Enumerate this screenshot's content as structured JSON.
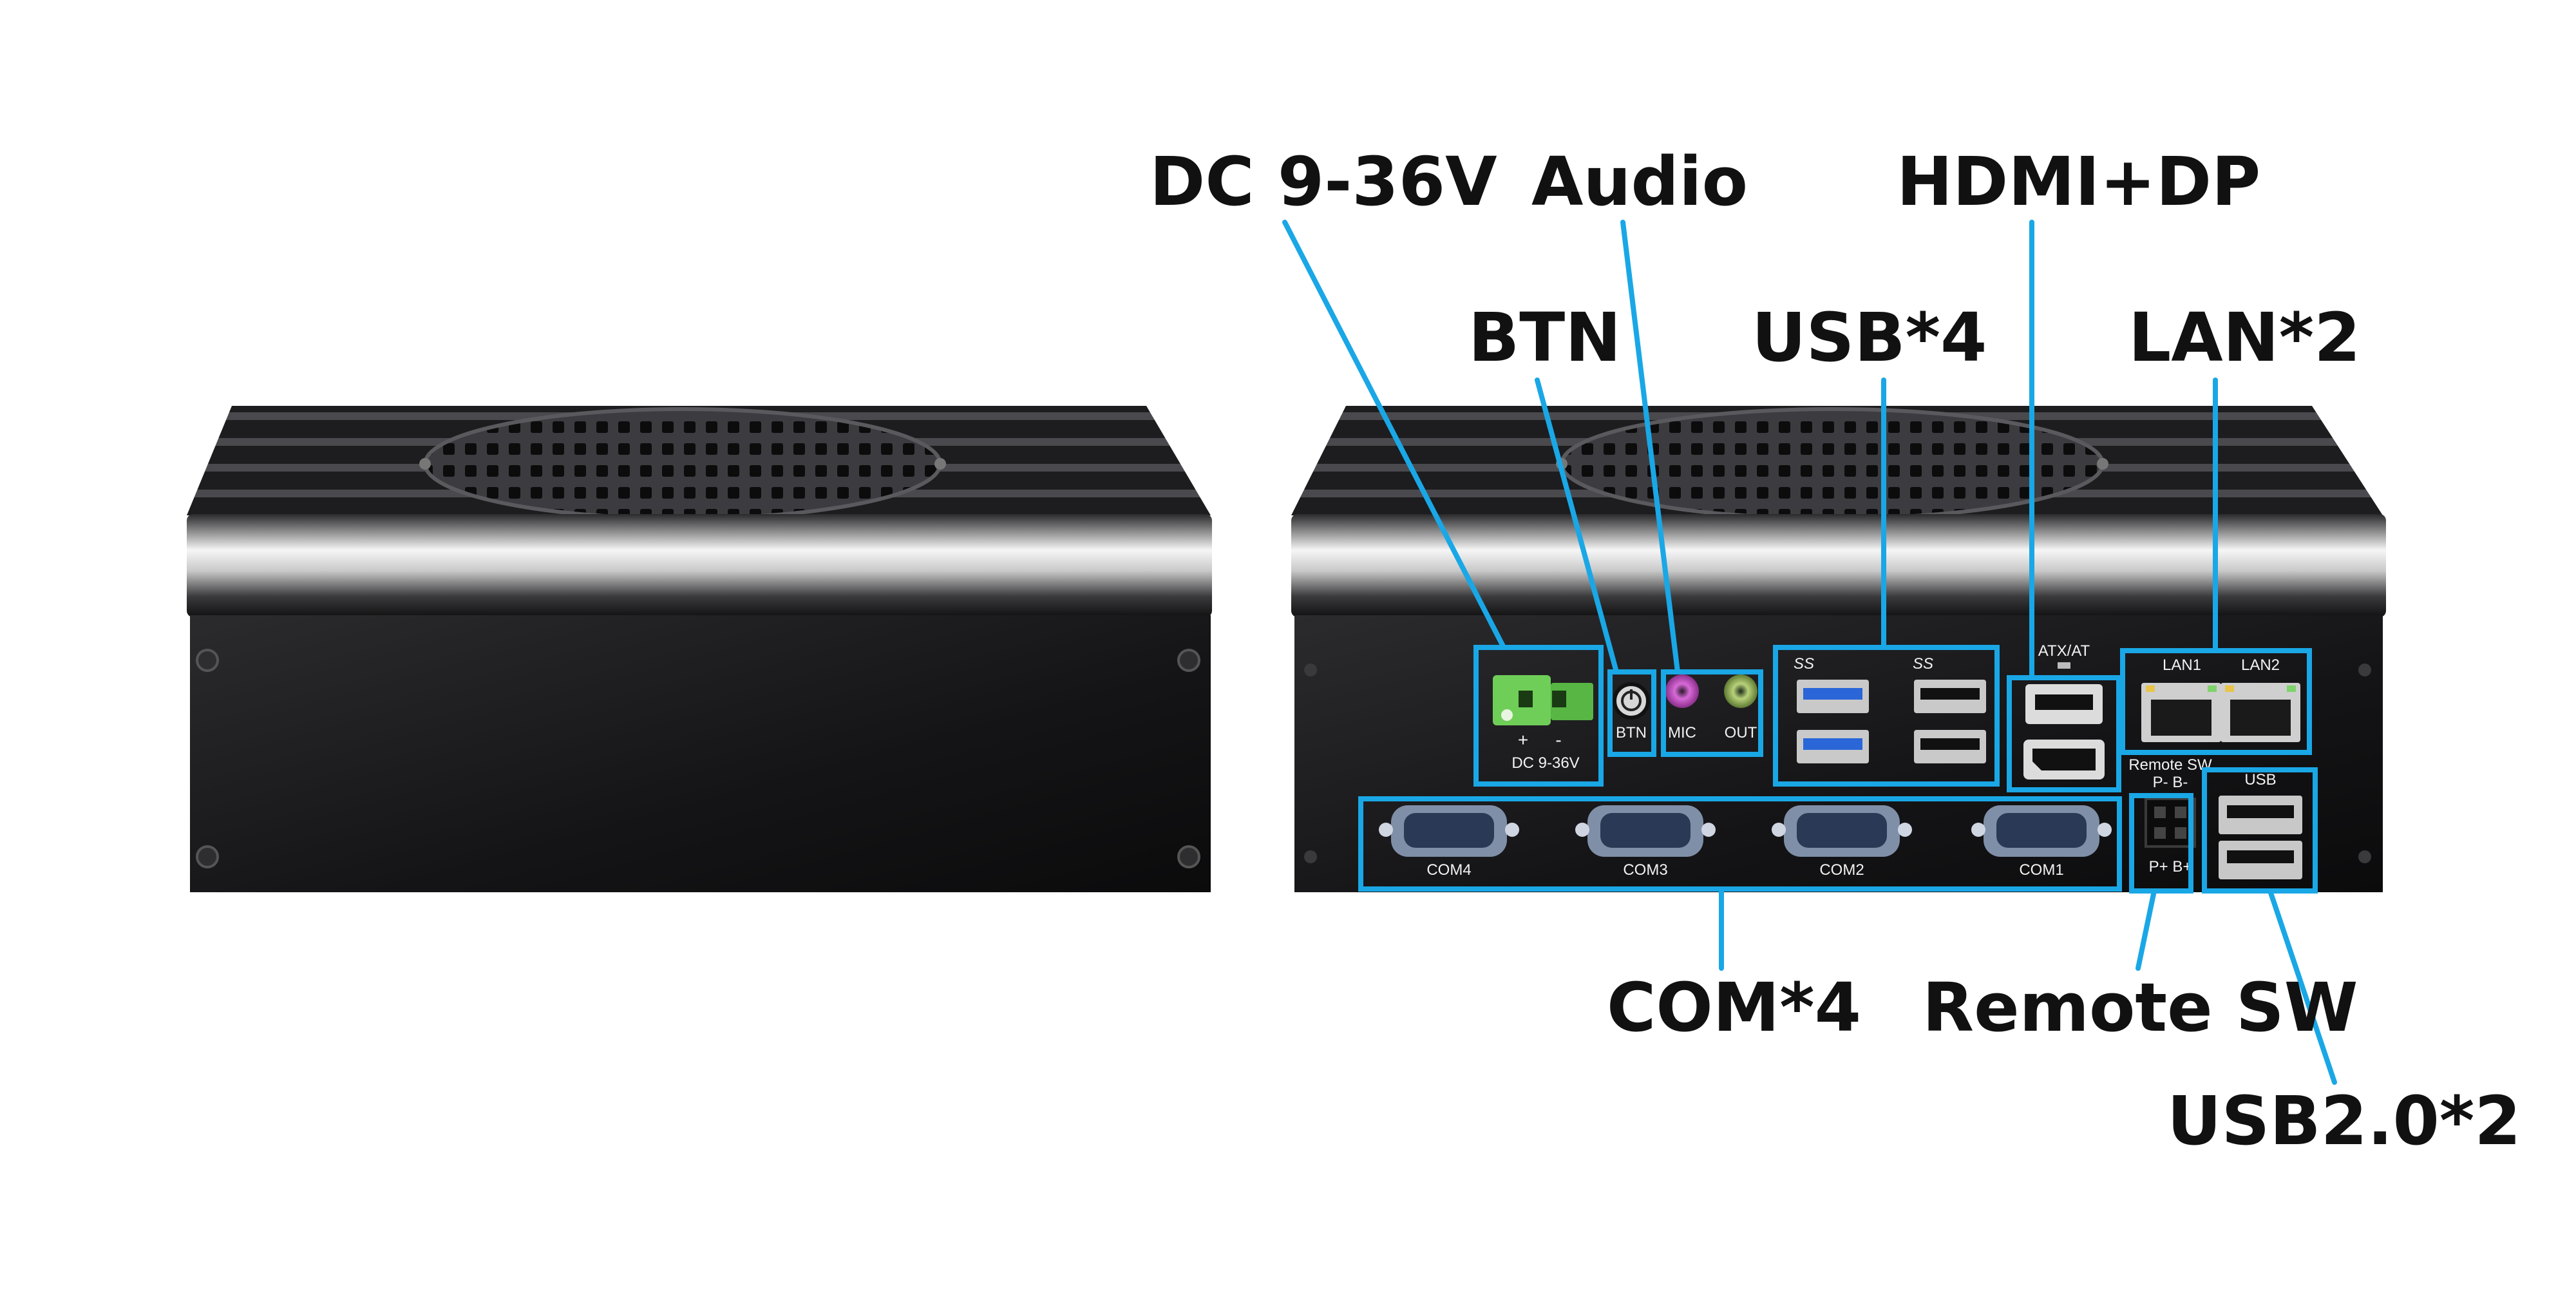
{
  "accent_color": "#1aa7e6",
  "device_color": "#1c1c1e",
  "callouts": {
    "dc": "DC 9-36V",
    "audio": "Audio",
    "hdmi": "HDMI+DP",
    "btn": "BTN",
    "usb4": "USB*4",
    "lan": "LAN*2",
    "com": "COM*4",
    "remote": "Remote SW",
    "usb2": "USB2.0*2"
  },
  "panel": {
    "dc_plus": "+",
    "dc_minus": "-",
    "dc_label": "DC 9-36V",
    "btn": "BTN",
    "mic": "MIC",
    "out": "OUT",
    "atx": "ATX/AT",
    "lan1": "LAN1",
    "lan2": "LAN2",
    "remote_title": "Remote SW",
    "remote_top": "P-  B-",
    "remote_bottom": "P+  B+",
    "com4": "COM4",
    "com3": "COM3",
    "com2": "COM2",
    "com1": "COM1",
    "ss_logo": "SS",
    "usb_logo": "USB"
  },
  "icons": {
    "power_button": "power-icon",
    "usb3_logo": "usb3-ss-icon",
    "usb2_logo": "usb-icon"
  }
}
